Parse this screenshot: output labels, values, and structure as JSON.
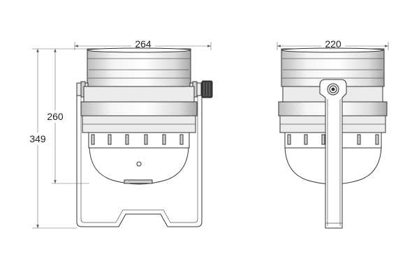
{
  "dimensions": {
    "front_width": "264",
    "side_width": "220",
    "body_height": "260",
    "total_height": "349"
  },
  "colors": {
    "line": "#333333",
    "shade": "#cfcfcf",
    "knob": "#3a3a3a"
  }
}
